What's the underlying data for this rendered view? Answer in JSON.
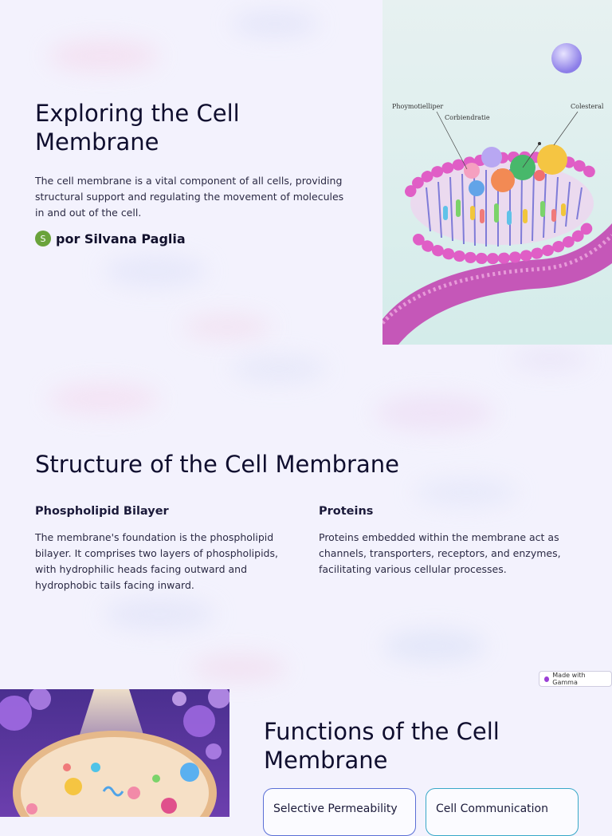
{
  "slide1": {
    "title": "Exploring the Cell Membrane",
    "intro": "The cell membrane is a vital component of all cells, providing structural support and regulating the movement of molecules in and out of the cell.",
    "author_initial": "S",
    "author": "por Silvana Paglia",
    "hero_labels": [
      "Phoymotielliper",
      "Corbiendratie",
      "Colesteral"
    ]
  },
  "slide2": {
    "title": "Structure of the Cell Membrane",
    "columns": [
      {
        "heading": "Phospholipid Bilayer",
        "text": "The membrane's foundation is the phospholipid bilayer. It comprises two layers of phospholipids, with hydrophilic heads facing outward and hydrophobic tails facing inward."
      },
      {
        "heading": "Proteins",
        "text": "Proteins embedded within the membrane act as channels, transporters, receptors, and enzymes, facilitating various cellular processes."
      }
    ]
  },
  "badge": {
    "label": "Made with Gamma"
  },
  "slide3": {
    "title": "Functions of the Cell Membrane",
    "cards": [
      {
        "label": "Selective Permeability",
        "accent": "#5a6fd6"
      },
      {
        "label": "Cell Communication",
        "accent": "#38a8c8"
      }
    ]
  },
  "colors": {
    "background": "#f3f2fd",
    "heading": "#0f0e2e",
    "avatar": "#6aa33b",
    "membrane": "#d64fc0"
  }
}
